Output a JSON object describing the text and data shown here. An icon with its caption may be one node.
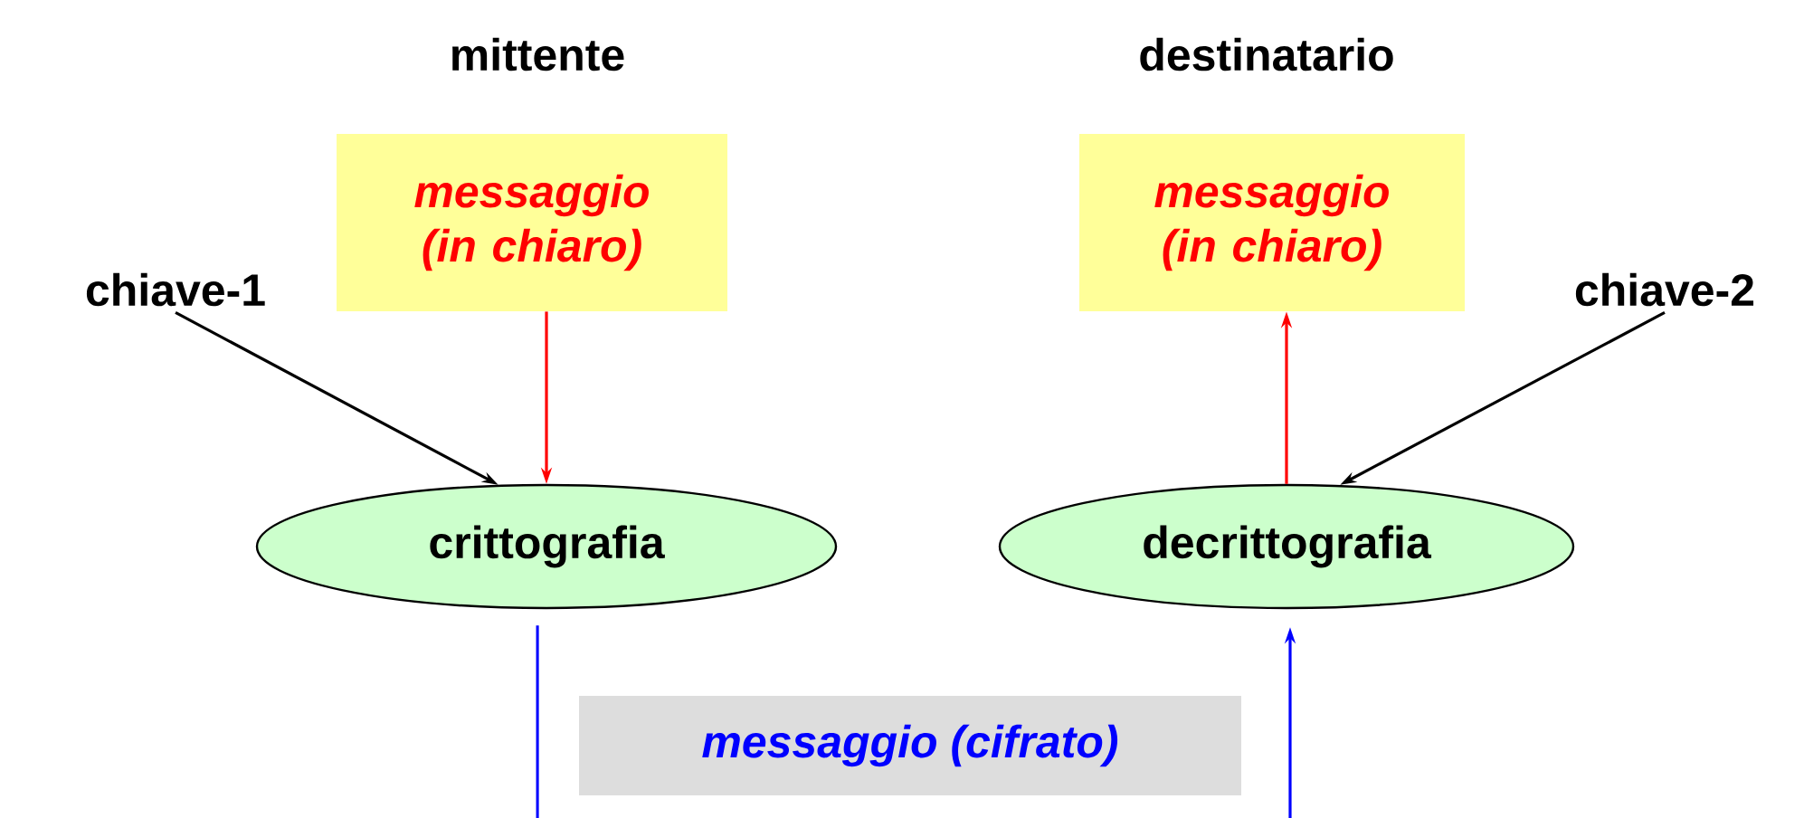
{
  "diagram": {
    "nodes": [
      {
        "text": [
          "messaggio (in chiaro)"
        ]
      },
      {
        "text": [
          "chiave-1"
        ]
      },
      {
        "text": [
          "crittografia"
        ]
      },
      {
        "text": [
          "messaggio (in chiaro)"
        ]
      },
      {
        "text": [
          "chiave-2"
        ]
      },
      {
        "text": [
          "decrittografia"
        ]
      },
      {
        "text": [
          "messaggio (cifrato)"
        ]
      }
    ],
    "edges": [
      {
        "from": 0,
        "to": 2,
        "arrow": "to",
        "color": "#ff0000"
      },
      {
        "from": 1,
        "to": 2,
        "arrow": "to",
        "color": "#000000"
      },
      {
        "from": 5,
        "to": 3,
        "arrow": "to",
        "color": "#ff0000"
      },
      {
        "from": 4,
        "to": 5,
        "arrow": "to",
        "color": "#000000"
      },
      {
        "from": 2,
        "to": null,
        "arrow": "none",
        "color": "#0000ff"
      },
      {
        "from": null,
        "to": 5,
        "arrow": "to",
        "color": "#0000ff"
      }
    ],
    "labels": [
      "mittente",
      "destinatario"
    ]
  }
}
